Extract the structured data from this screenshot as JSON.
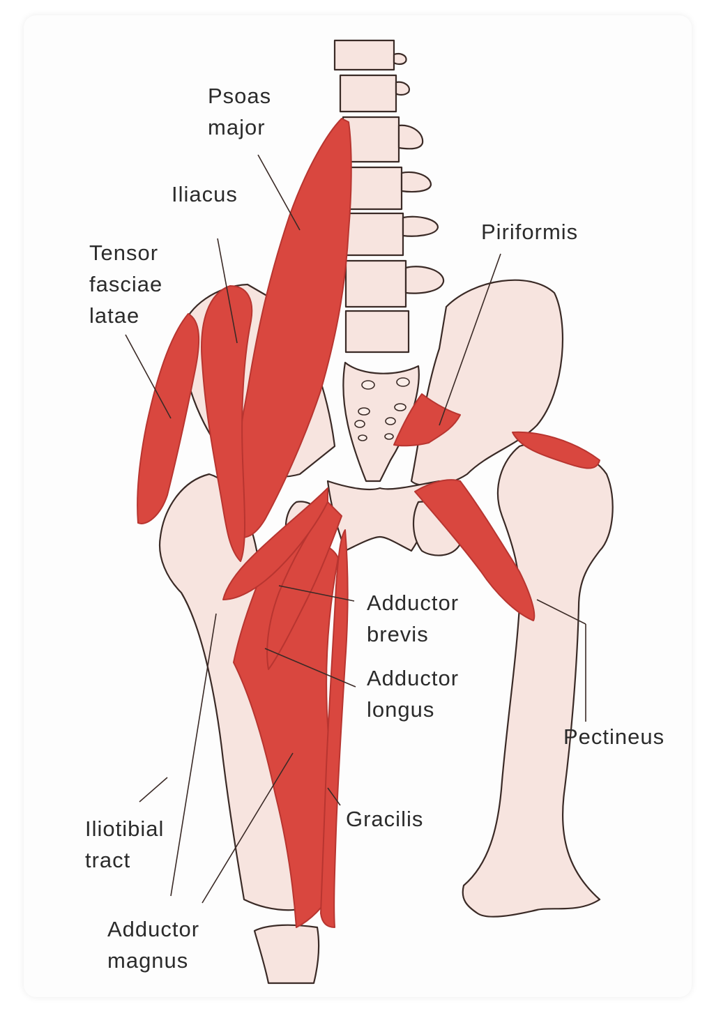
{
  "colors": {
    "muscle": "#d9473f",
    "muscle_dark": "#b83530",
    "bone": "#f7e4df",
    "bone_light": "#fbeee9",
    "outline": "#3a2a26",
    "label": "#2b2b2b"
  },
  "labels": {
    "psoas_major": "Psoas\nmajor",
    "iliacus": "Iliacus",
    "tensor_fasciae_latae": "Tensor\nfasciae\nlatae",
    "piriformis": "Piriformis",
    "adductor_brevis": "Adductor\nbrevis",
    "adductor_longus": "Adductor\nlongus",
    "pectineus": "Pectineus",
    "gracilis": "Gracilis",
    "iliotibial_tract": "Iliotibial\ntract",
    "adductor_magnus": "Adductor\nmagnus"
  }
}
